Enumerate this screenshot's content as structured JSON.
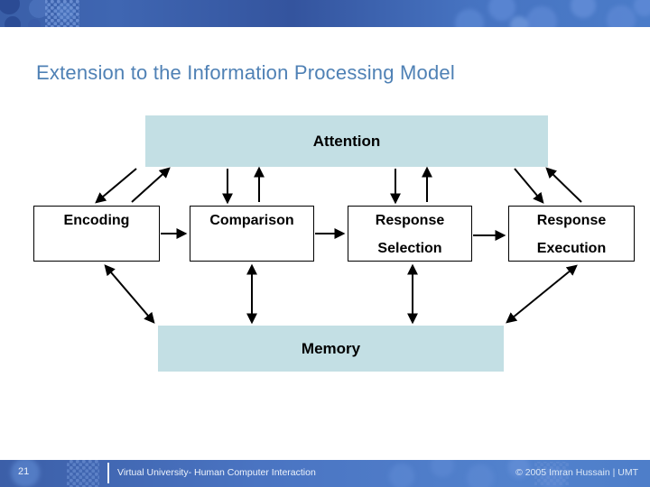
{
  "slide": {
    "title": "Extension to the Information Processing Model"
  },
  "nodes": {
    "attention": {
      "label": "Attention"
    },
    "encoding": {
      "label": "Encoding"
    },
    "comparison": {
      "label": "Comparison"
    },
    "response_selection": {
      "line1": "Response",
      "line2": "Selection"
    },
    "response_execution": {
      "line1": "Response",
      "line2": "Execution"
    },
    "memory": {
      "label": "Memory"
    }
  },
  "footer": {
    "page_number": "21",
    "course": "Virtual University- Human Computer Interaction",
    "copyright": "© 2005 Imran Hussain | UMT"
  },
  "colors": {
    "title_text": "#4f81b5",
    "node_fill_light": "#c3dfe4",
    "node_fill_white": "#ffffff",
    "node_border": "#000000",
    "arrow": "#000000",
    "header_blue_dark": "#34549e",
    "header_blue_light": "#4b7cc9",
    "footer_text": "#ffffff"
  }
}
